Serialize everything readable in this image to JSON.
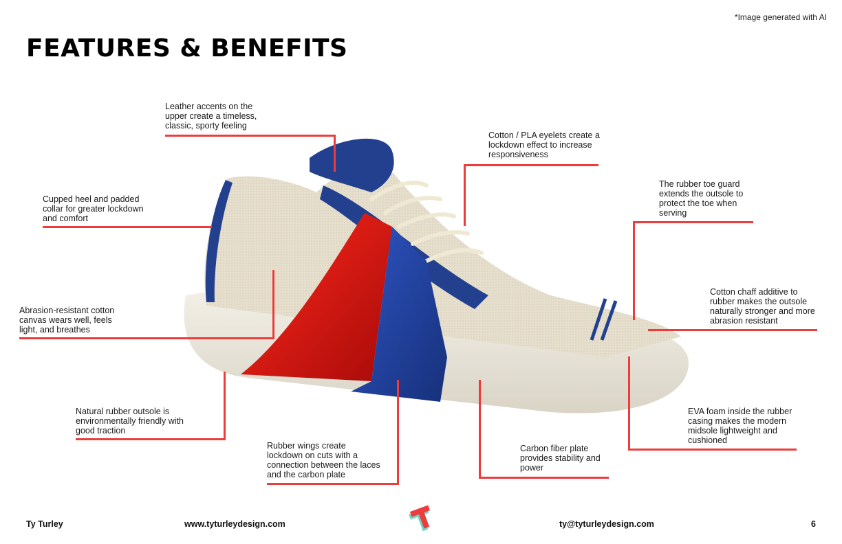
{
  "note": "*Image generated with AI",
  "title": "FEATURES & BENEFITS",
  "callouts": {
    "leather": "Leather accents on the upper create a timeless, classic, sporty feeling",
    "eyelets": "Cotton / PLA eyelets create a lockdown effect to increase responsiveness",
    "heel": "Cupped heel and padded collar for greater lockdown and comfort",
    "toe_guard": "The rubber toe guard extends the outsole to protect the toe when serving",
    "chaff": "Cotton chaff additive to rubber makes the outsole naturally stronger and more abrasion resistant",
    "canvas": "Abrasion-resistant cotton canvas wears well, feels light, and breathes",
    "outsole": "Natural rubber outsole is environmentally friendly with good traction",
    "wings": "Rubber wings create lockdown on cuts with a connection between the laces and the carbon plate",
    "carbon": "Carbon fiber plate provides stability and power",
    "eva": "EVA foam inside the rubber casing makes the modern midsole lightweight and cushioned"
  },
  "footer": {
    "name": "Ty Turley",
    "website": "www.tyturleydesign.com",
    "email": "ty@tyturleydesign.com",
    "page": "6"
  },
  "colors": {
    "accent_red": "#ee3b3b",
    "navy": "#23408f",
    "canvas": "#e8e0cf"
  }
}
